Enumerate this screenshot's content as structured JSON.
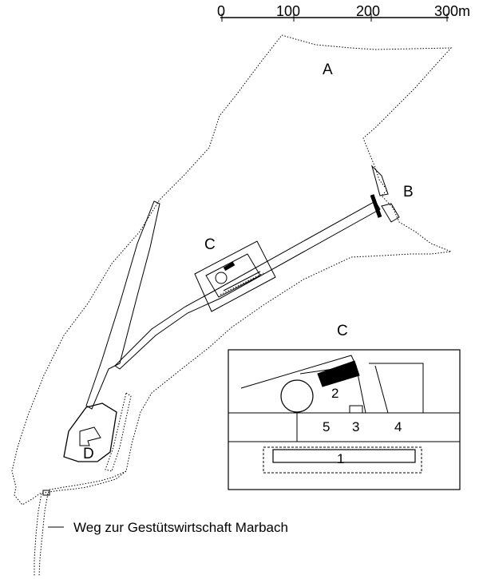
{
  "scale_bar": {
    "ticks": [
      "0",
      "100",
      "200",
      "300m"
    ]
  },
  "labels": {
    "area_a": "A",
    "area_b": "B",
    "area_c": "C",
    "area_d": "D",
    "inset_title": "C"
  },
  "inset": {
    "n1": "1",
    "n2": "2",
    "n3": "3",
    "n4": "4",
    "n5": "5"
  },
  "legend": {
    "path_text": "Weg zur Gestütswirtschaft Marbach"
  }
}
